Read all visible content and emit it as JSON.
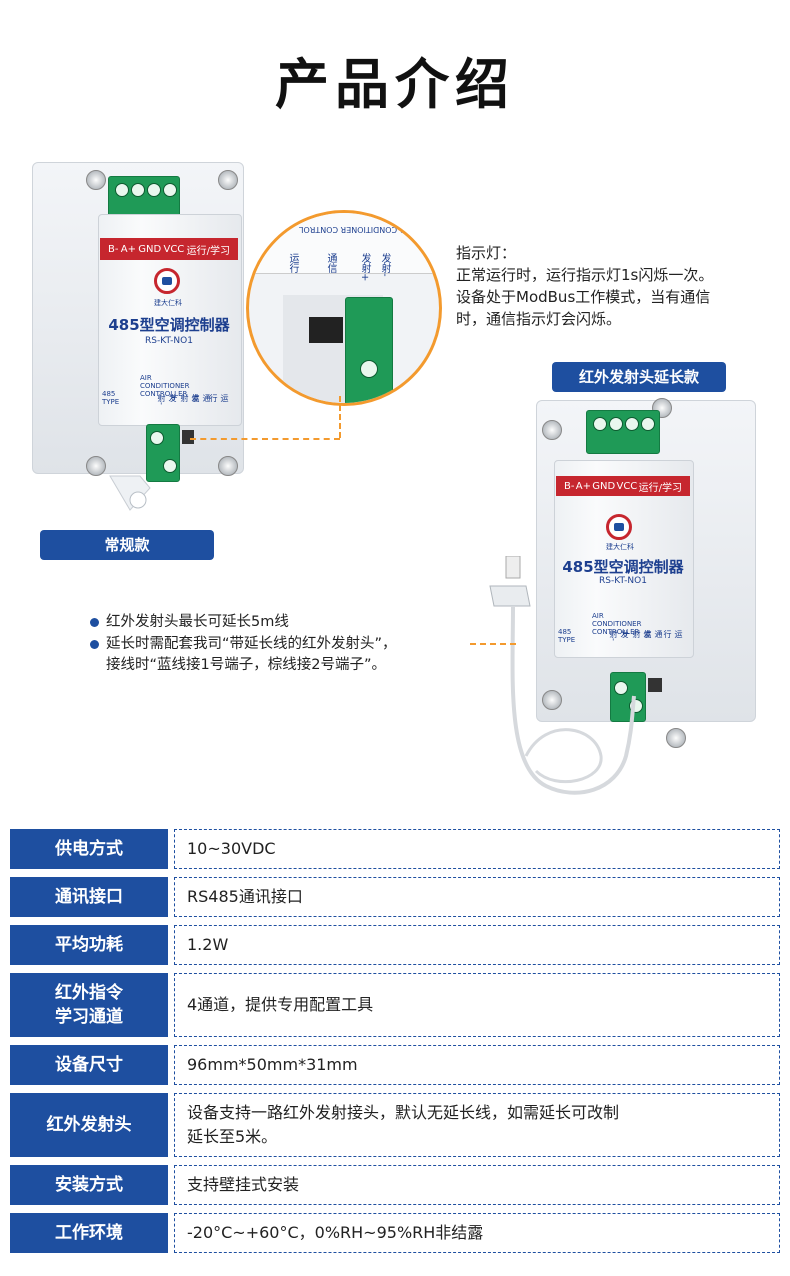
{
  "title": "产品介绍",
  "device_left": {
    "terminal_labels": [
      "B-",
      "A+",
      "GND",
      "VCC",
      "运行/学习"
    ],
    "brand": "建大仁科",
    "name": "485型空调控制器",
    "model": "RS-KT-NO1",
    "controller_text": "AIR CONDITIONER CONTROLLER",
    "type_text": "485 TYPE",
    "bottom_labels": [
      "发射-",
      "发射+",
      "通信",
      "运行"
    ],
    "tag": "常规款"
  },
  "zoom": {
    "header_text": "AIR CONDITIONER CONTROL",
    "labels": [
      "运行",
      "通信",
      "发射+",
      "发射-"
    ]
  },
  "indicator_note": {
    "heading": "指示灯：",
    "line1": "正常运行时，运行指示灯1s闪烁一次。",
    "line2": "设备处于ModBus工作模式，当有通信",
    "line3": "时，通信指示灯会闪烁。"
  },
  "device_right": {
    "tag": "红外发射头延长款",
    "terminal_labels": [
      "B-",
      "A+",
      "GND",
      "VCC",
      "运行/学习"
    ],
    "brand": "建大仁科",
    "name": "485型空调控制器",
    "model": "RS-KT-NO1",
    "controller_text": "AIR CONDITIONER CONTROLLER",
    "type_text": "485 TYPE",
    "bottom_labels": [
      "发射-",
      "发射+",
      "通信",
      "运行"
    ]
  },
  "bullets": {
    "b1": "红外发射头最长可延长5m线",
    "b2_line1": "延长时需配套我司“带延长线的红外发射头”，",
    "b2_line2": "接线时“蓝线接1号端子，棕线接2号端子”。"
  },
  "specs": [
    {
      "key": "供电方式",
      "value": "10~30VDC"
    },
    {
      "key": "通讯接口",
      "value": "RS485通讯接口"
    },
    {
      "key": "平均功耗",
      "value": "1.2W"
    },
    {
      "key_line1": "红外指令",
      "key_line2": "学习通道",
      "value": "4通道，提供专用配置工具"
    },
    {
      "key": "设备尺寸",
      "value": "96mm*50mm*31mm"
    },
    {
      "key": "红外发射头",
      "value_line1": "设备支持一路红外发射接头，默认无延长线，如需延长可改制",
      "value_line2": "延长至5米。"
    },
    {
      "key": "安装方式",
      "value": "支持壁挂式安装"
    },
    {
      "key": "工作环境",
      "value": "-20°C~+60°C，0%RH~95%RH非结露"
    }
  ],
  "colors": {
    "brand_blue": "#1e4fa0",
    "accent_orange": "#f39a2e",
    "label_red": "#c6262e",
    "terminal_green": "#1f9a57"
  }
}
